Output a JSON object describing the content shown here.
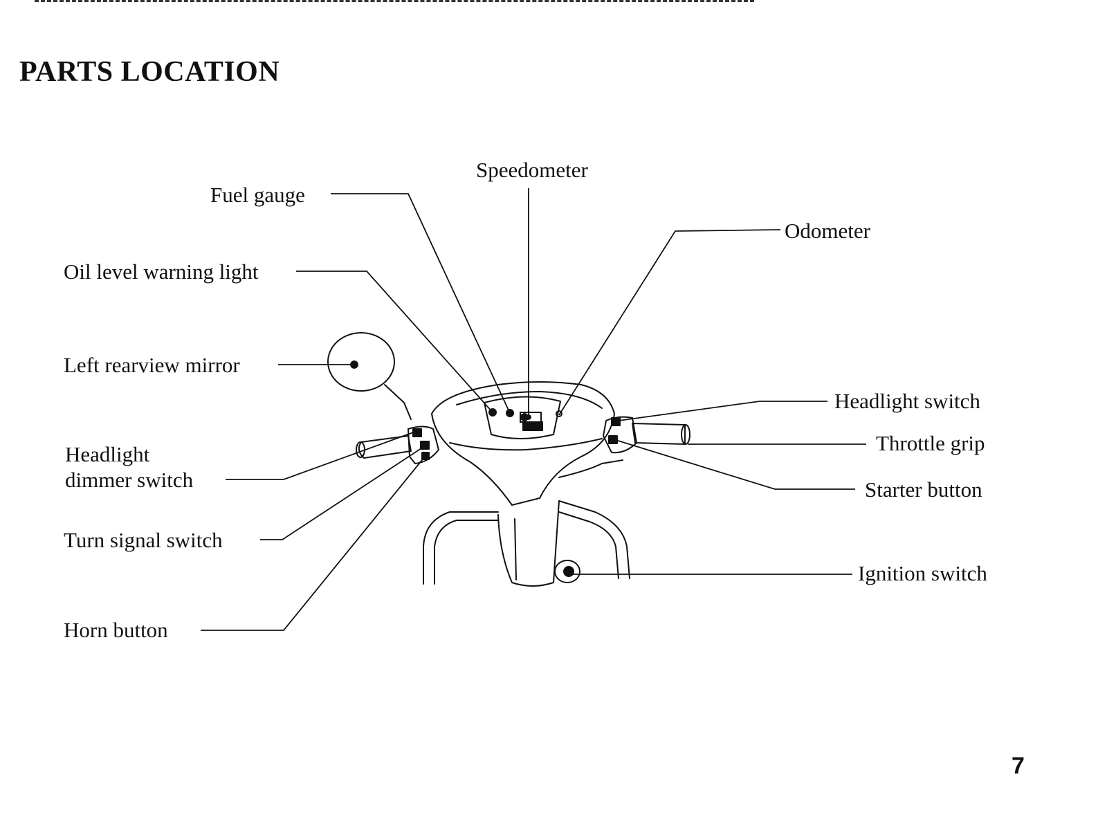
{
  "page": {
    "title": "PARTS LOCATION",
    "page_number": "7"
  },
  "diagram": {
    "subject-icon": "scooter-handlebar-front-view",
    "callouts": {
      "speedometer": "Speedometer",
      "fuel_gauge": "Fuel gauge",
      "odometer": "Odometer",
      "oil_level_warning_light": "Oil level warning light",
      "left_rearview_mirror": "Left rearview mirror",
      "headlight_switch": "Headlight switch",
      "throttle_grip": "Throttle grip",
      "headlight_dimmer_switch_line1": "Headlight",
      "headlight_dimmer_switch_line2": "dimmer switch",
      "starter_button": "Starter button",
      "turn_signal_switch": "Turn signal switch",
      "ignition_switch": "Ignition switch",
      "horn_button": "Horn button"
    }
  }
}
